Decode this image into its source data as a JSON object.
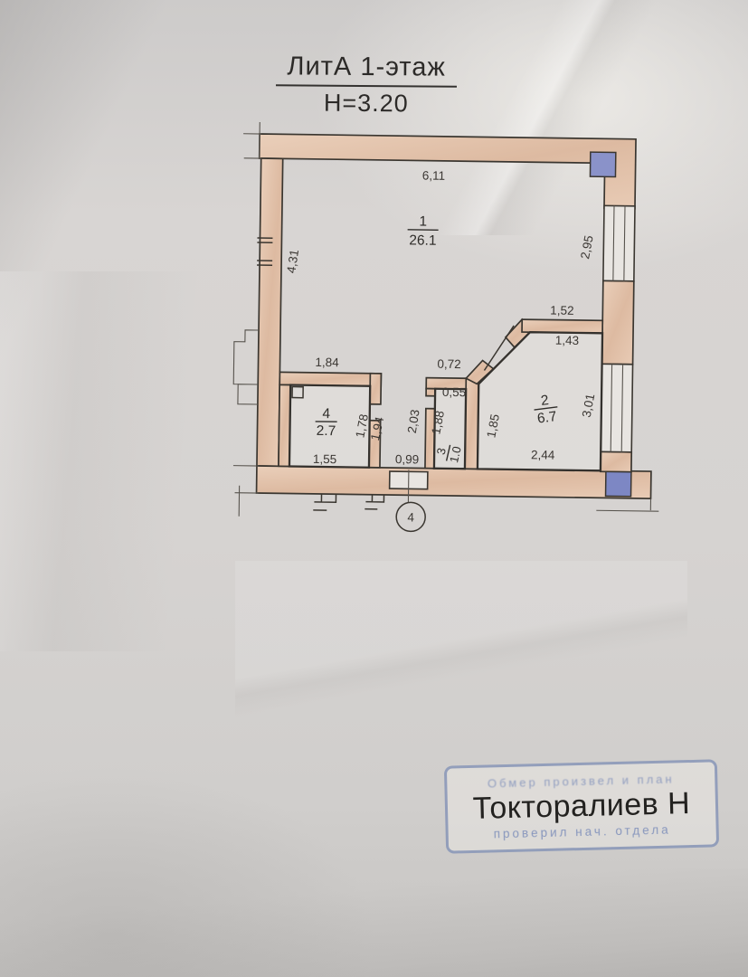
{
  "title": {
    "line1": "ЛитА 1-этаж",
    "line2": "Н=3.20"
  },
  "rooms": {
    "room1": {
      "number": "1",
      "area": "26.1"
    },
    "room2": {
      "number": "2",
      "area": "6.7"
    },
    "room3": {
      "number": "3",
      "area": "1.0"
    },
    "room4": {
      "number": "4",
      "area": "2.7"
    }
  },
  "dimensions": {
    "top_wall": "6,11",
    "left_wall": "4,31",
    "right_window_upper": "2,95",
    "room2_top_outer": "1,52",
    "room2_top_inner": "1,43",
    "room4_top": "1,84",
    "room3_top_outer": "0,72",
    "room3_top_inner": "0,55",
    "right_window_lower": "3,01",
    "room4_door": "1,78",
    "room4_right": "1,94",
    "corridor_height": "2,03",
    "room3_height": "1,88",
    "room2_left": "1,85",
    "room4_bottom": "1,55",
    "corridor_width": "0,99",
    "room2_bottom": "2,44"
  },
  "axis": {
    "label": "4"
  },
  "stamp": {
    "top_line": "Обмер произвел и план",
    "name": "Токторалиев Н",
    "bottom_line": "проверил нач. отдела"
  },
  "colors": {
    "wall_fill": "#e2c0a8",
    "line": "#3a3630",
    "blue_marker": "#8a92c9",
    "stamp_blue": "#49629e",
    "paper": "#d6d3d1"
  }
}
